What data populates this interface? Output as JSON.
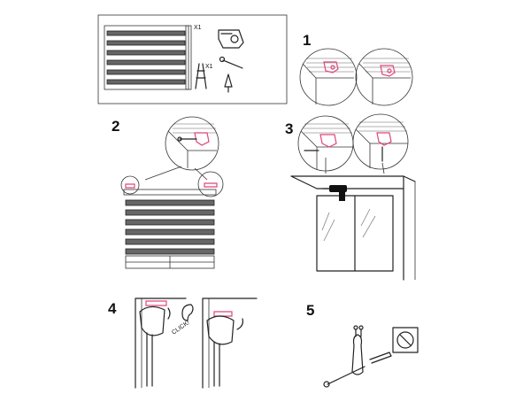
{
  "steps": [
    {
      "number": "1"
    },
    {
      "number": "2"
    },
    {
      "number": "3"
    },
    {
      "number": "4"
    },
    {
      "number": "5"
    }
  ],
  "parts_box": {
    "qty_bracket": "X1",
    "qty_screws": "X1"
  },
  "step4": {
    "sound_label": "CLICK!"
  },
  "colors": {
    "accent": "#e0457b",
    "line": "#222222",
    "slat": "#666666"
  }
}
